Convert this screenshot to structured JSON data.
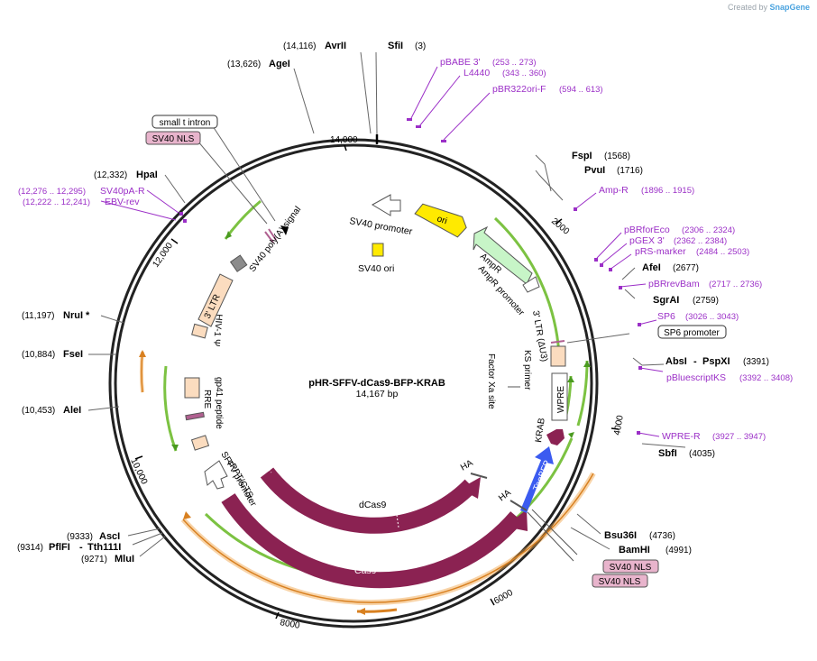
{
  "credit": {
    "prefix": "Created by",
    "brand": "SnapGene"
  },
  "plasmid": {
    "name": "pHR-SFFV-dCas9-BFP-KRAB",
    "size": "14,167 bp"
  },
  "ticks": [
    "14,000",
    "2000",
    "4000",
    "6000",
    "8000",
    "10,000",
    "12,000"
  ],
  "sites": [
    {
      "name": "SfiI",
      "pos": "(3)"
    },
    {
      "name": "AvrII",
      "pos": "(14,116)"
    },
    {
      "name": "AgeI",
      "pos": "(13,626)"
    },
    {
      "name": "FspI",
      "pos": "(1568)"
    },
    {
      "name": "PvuI",
      "pos": "(1716)"
    },
    {
      "name": "AfeI",
      "pos": "(2677)"
    },
    {
      "name": "SgrAI",
      "pos": "(2759)"
    },
    {
      "name": "PspXI",
      "pos": "(3391)"
    },
    {
      "name": "AbsI",
      "pos": ""
    },
    {
      "name": "SbfI",
      "pos": "(4035)"
    },
    {
      "name": "Bsu36I",
      "pos": "(4736)"
    },
    {
      "name": "BamHI",
      "pos": "(4991)"
    },
    {
      "name": "HpaI",
      "pos": "(12,332)"
    },
    {
      "name": "NruI *",
      "pos": "(11,197)"
    },
    {
      "name": "FseI",
      "pos": "(10,884)"
    },
    {
      "name": "AleI",
      "pos": "(10,453)"
    },
    {
      "name": "AscI",
      "pos": "(9333)"
    },
    {
      "name": "PflFI",
      "pos": "(9314)"
    },
    {
      "name": "Tth111I",
      "pos": ""
    },
    {
      "name": "MluI",
      "pos": "(9271)"
    }
  ],
  "primers": [
    {
      "name": "pBABE 3'",
      "pos": "(253 .. 273)"
    },
    {
      "name": "L4440",
      "pos": "(343 .. 360)"
    },
    {
      "name": "pBR322ori-F",
      "pos": "(594 .. 613)"
    },
    {
      "name": "Amp-R",
      "pos": "(1896 .. 1915)"
    },
    {
      "name": "pBRforEco",
      "pos": "(2306 .. 2324)"
    },
    {
      "name": "pGEX 3'",
      "pos": "(2362 .. 2384)"
    },
    {
      "name": "pRS-marker",
      "pos": "(2484 .. 2503)"
    },
    {
      "name": "pBRrevBam",
      "pos": "(2717 .. 2736)"
    },
    {
      "name": "SP6",
      "pos": "(3026 .. 3043)"
    },
    {
      "name": "pBluescriptKS",
      "pos": "(3392 .. 3408)"
    },
    {
      "name": "WPRE-R",
      "pos": "(3927 .. 3947)"
    },
    {
      "name": "SV40pA-R",
      "pos": "(12,276 .. 12,295)"
    },
    {
      "name": "EBV-rev",
      "pos": "(12,222 .. 12,241)"
    }
  ],
  "boxed": {
    "small_t_intron": "small t intron",
    "sv40_nls_left": "SV40 NLS",
    "sp6_promoter": "SP6 promoter",
    "sv40_nls_r1": "SV40 NLS",
    "sv40_nls_r2": "SV40 NLS"
  },
  "features": {
    "sv40_promoter": "SV40 promoter",
    "sv40_ori": "SV40 ori",
    "ori": "ori",
    "sv40_polya": "SV40 poly(A) signal",
    "ltr3": "3' LTR",
    "hiv_psi": "HIV-1 Ψ",
    "gp41": "gp41 peptide",
    "rre": "RRE",
    "cppt": "cPPT/CTS",
    "sffv": "SFFV promoter",
    "dcas9": "dCas9",
    "cas9": "Cas9",
    "ha1": "HA",
    "ha2": "HA",
    "tagbfp": "TagBFP",
    "krab": "KRAB",
    "wpre": "WPRE",
    "factor_xa": "Factor Xa site",
    "ks_primer": "KS primer",
    "ltr3_du3": "3' LTR (ΔU3)",
    "ampr_promoter": "AmpR promoter",
    "ampr": "AmpR"
  },
  "colors": {
    "backbone": "#222222",
    "primer": "#9b2fc7",
    "green_arc": "#7cc242",
    "orange_arc": "#f0a040",
    "cds": "#8b2252",
    "tagbfp": "#3b5bf0",
    "ori": "#ffea00",
    "ampr": "#c7f5c7",
    "ltr": "#fbdcbf",
    "nls_box": "#e8b4cc"
  }
}
